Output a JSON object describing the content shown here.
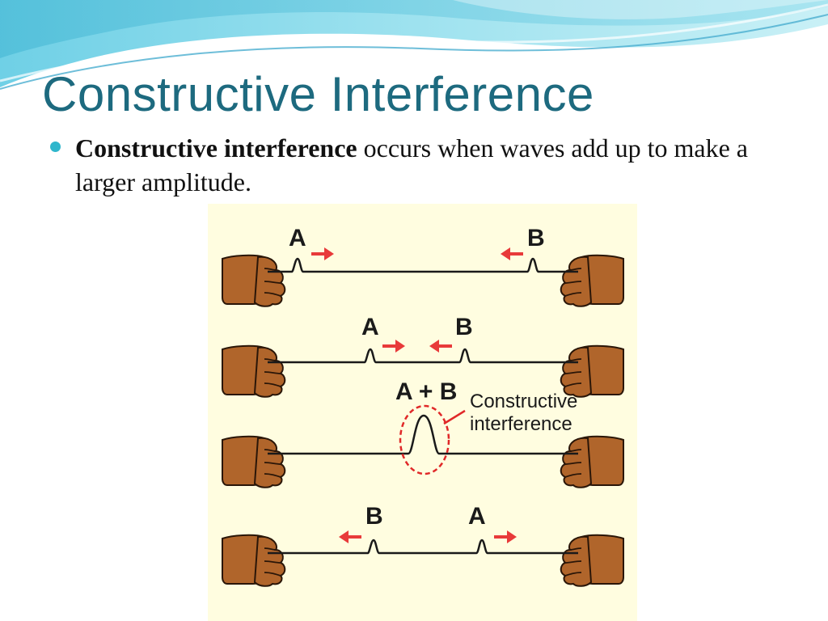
{
  "slide": {
    "title": "Constructive Interference",
    "bullet": {
      "term": "Constructive interference",
      "text": " occurs when waves add up to make a larger amplitude."
    }
  },
  "diagram": {
    "rows": [
      {
        "pulses": [
          {
            "label": "A",
            "direction": "right"
          },
          {
            "label": "B",
            "direction": "left"
          }
        ]
      },
      {
        "pulses": [
          {
            "label": "A",
            "direction": "right"
          },
          {
            "label": "B",
            "direction": "left"
          }
        ]
      },
      {
        "combined_label": "A + B",
        "annotation_line1": "Constructive",
        "annotation_line2": "interference"
      },
      {
        "pulses": [
          {
            "label": "B",
            "direction": "left"
          },
          {
            "label": "A",
            "direction": "right"
          }
        ]
      }
    ]
  },
  "colors": {
    "title": "#1d6a7f",
    "bullet": "#2fb6cc",
    "diagram_bg": "#fffde0",
    "arrow": "#e83a3a",
    "hand": "#b0652b"
  }
}
